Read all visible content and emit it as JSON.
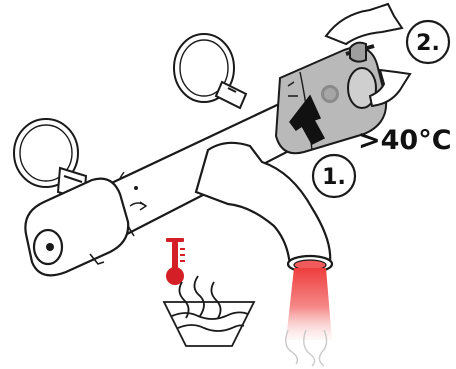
{
  "step1": {
    "label": "1."
  },
  "step2": {
    "label": "2."
  },
  "temperature": {
    "label": ">40°C"
  },
  "colors": {
    "outline": "#1a1a1a",
    "handle_gray": "#b9b9b9",
    "hot_red": "#d51f26",
    "water_red_top": "#ef3d3d",
    "water_red_bottom": "#f8c7c7",
    "arrow_black": "#111111"
  },
  "icons": [
    "thermometer-icon",
    "hot-water-steam-icon",
    "rotate-arrow-icon",
    "push-arrow-icon"
  ]
}
